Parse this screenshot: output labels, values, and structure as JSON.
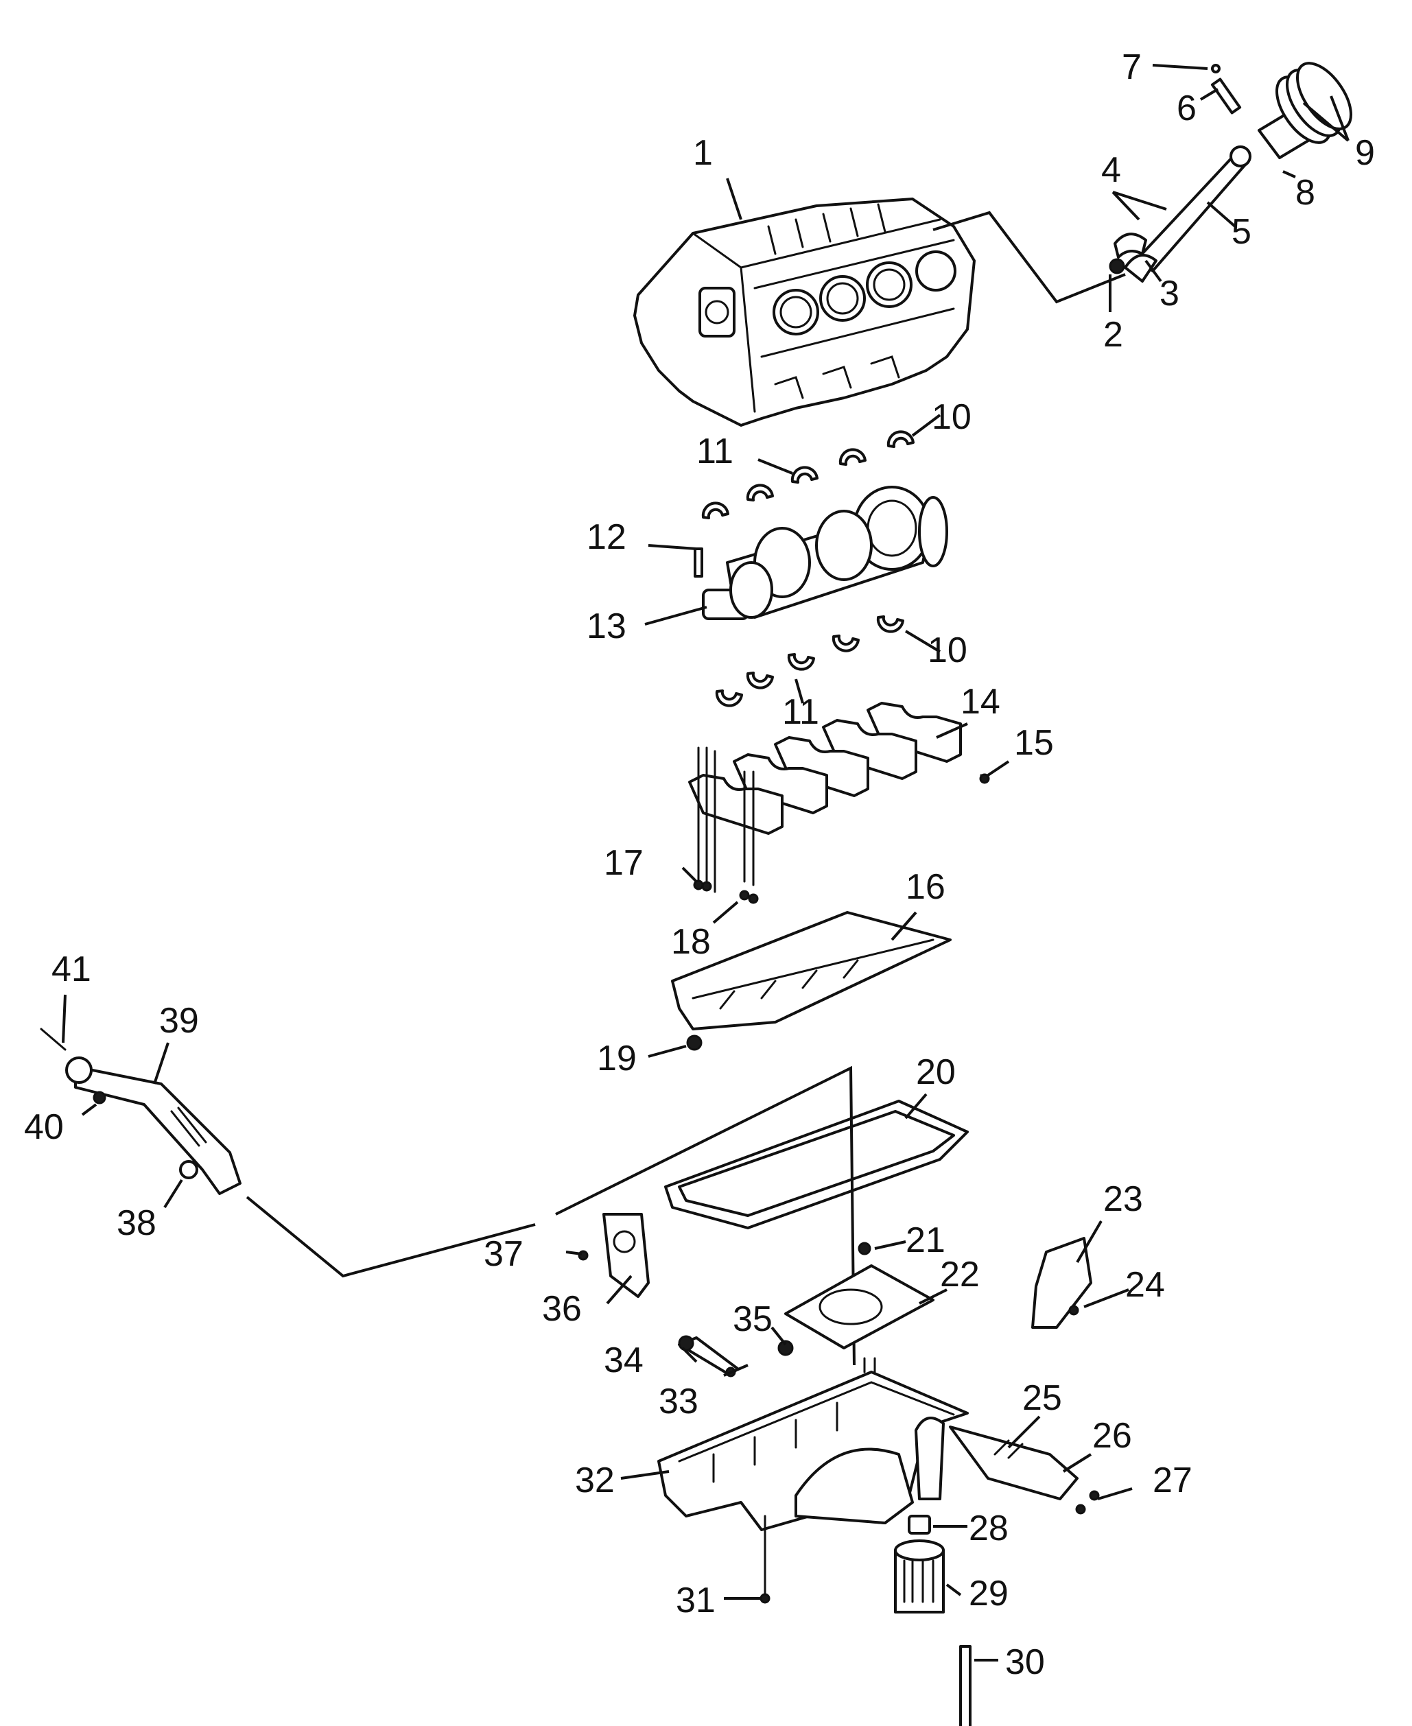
{
  "callouts": [
    "1",
    "2",
    "3",
    "4",
    "5",
    "6",
    "7",
    "8",
    "9",
    "10",
    "10",
    "11",
    "11",
    "12",
    "13",
    "14",
    "15",
    "16",
    "17",
    "18",
    "19",
    "20",
    "21",
    "22",
    "23",
    "24",
    "25",
    "26",
    "27",
    "28",
    "29",
    "30",
    "31",
    "32",
    "33",
    "34",
    "35",
    "36",
    "37",
    "38",
    "39",
    "40",
    "41"
  ],
  "colors": {
    "ink": "#111111",
    "background": "#ffffff"
  }
}
